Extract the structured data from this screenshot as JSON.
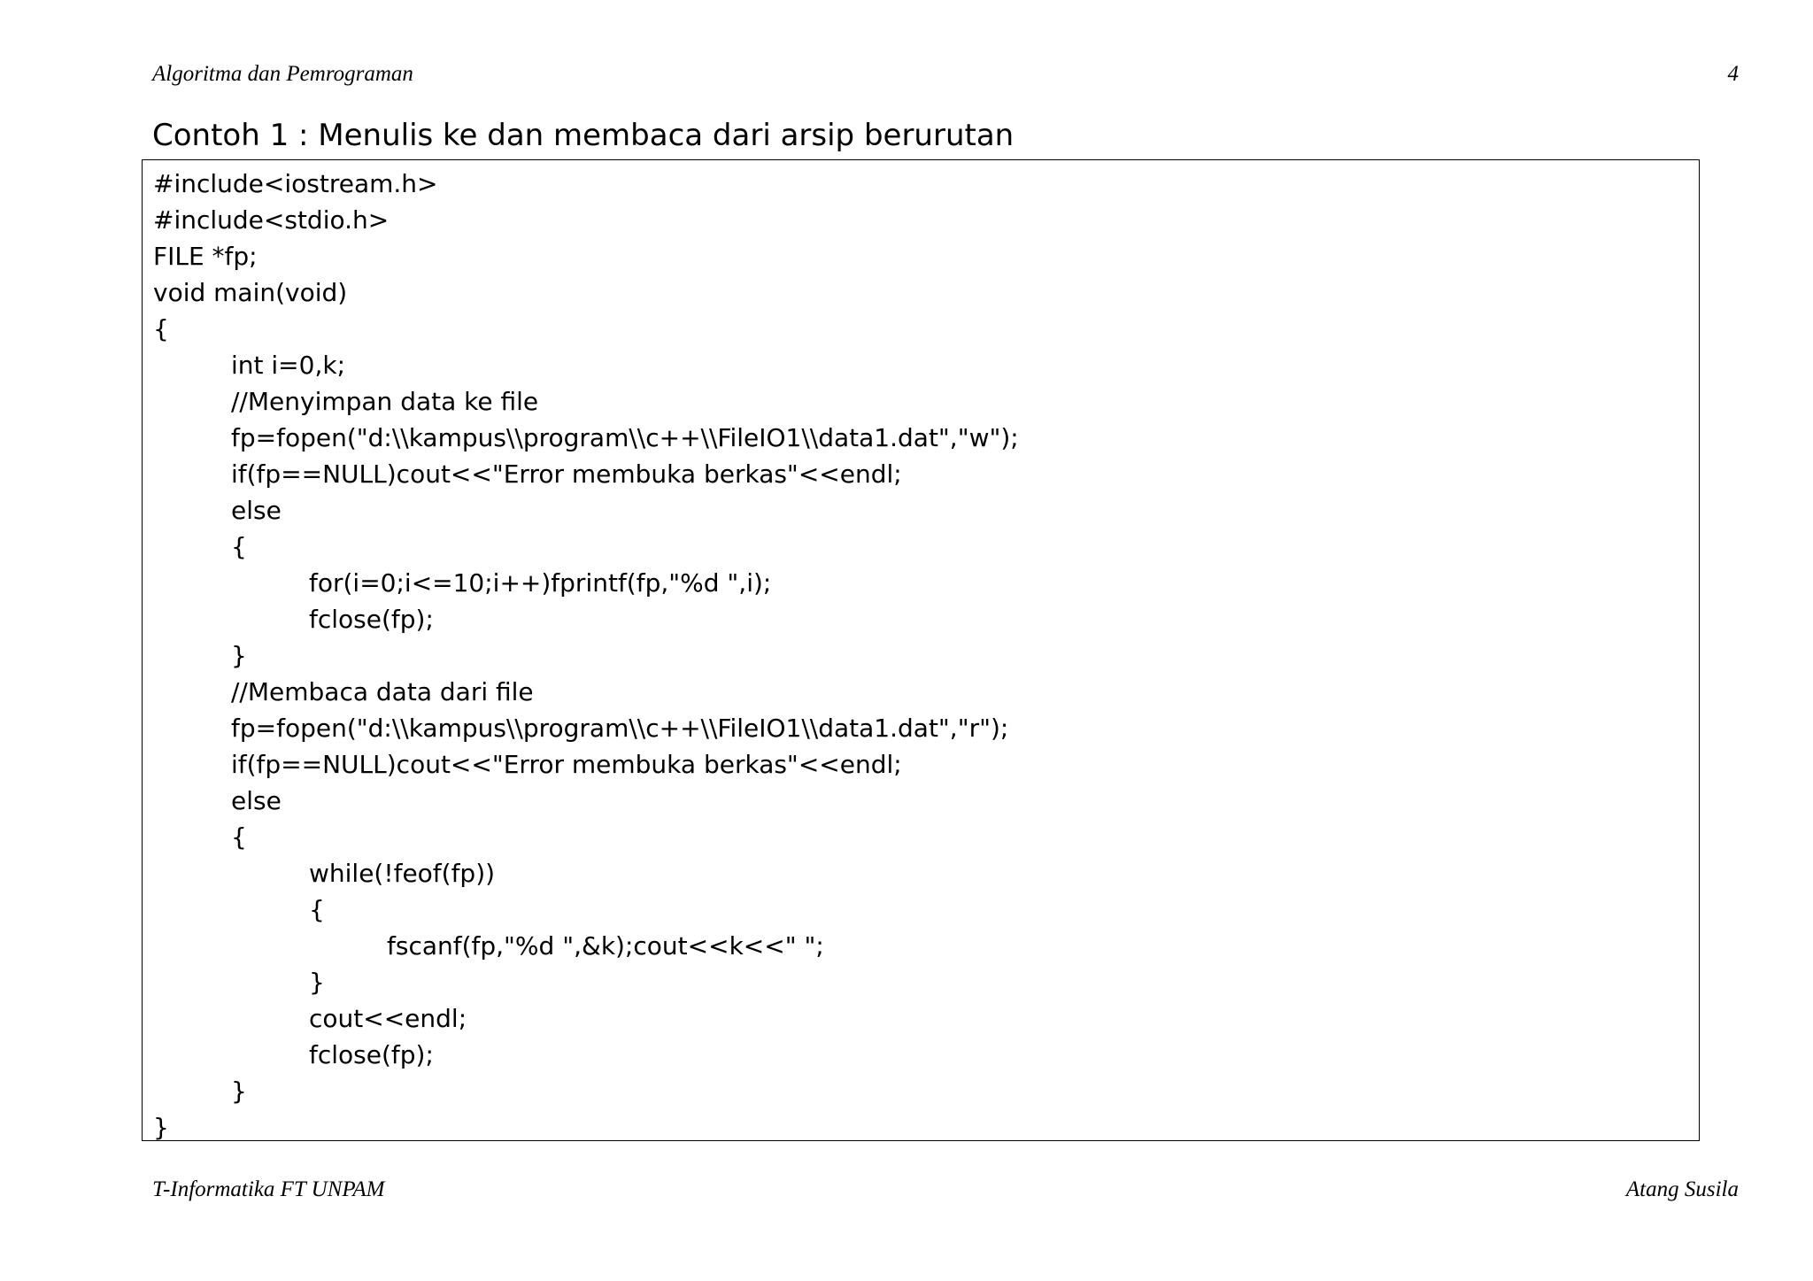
{
  "header": {
    "left": "Algoritma dan Pemrograman",
    "page_number": "4"
  },
  "title": "Contoh 1 : Menulis ke dan membaca dari arsip berurutan",
  "code": [
    {
      "indent": 0,
      "text": "#include<iostream.h>"
    },
    {
      "indent": 0,
      "text": "#include<stdio.h>"
    },
    {
      "indent": 0,
      "text": "FILE *fp;"
    },
    {
      "indent": 0,
      "text": "void main(void)"
    },
    {
      "indent": 0,
      "text": "{"
    },
    {
      "indent": 1,
      "text": "int i=0,k;"
    },
    {
      "indent": 1,
      "text": "//Menyimpan data ke file"
    },
    {
      "indent": 1,
      "text": "fp=fopen(\"d:\\\\kampus\\\\program\\\\c++\\\\FileIO1\\\\data1.dat\",\"w\");"
    },
    {
      "indent": 1,
      "text": "if(fp==NULL)cout<<\"Error membuka berkas\"<<endl;"
    },
    {
      "indent": 1,
      "text": "else"
    },
    {
      "indent": 1,
      "text": "{"
    },
    {
      "indent": 2,
      "text": "for(i=0;i<=10;i++)fprintf(fp,\"%d \",i);"
    },
    {
      "indent": 2,
      "text": "fclose(fp);"
    },
    {
      "indent": 1,
      "text": "}"
    },
    {
      "indent": 1,
      "text": "//Membaca data dari file"
    },
    {
      "indent": 1,
      "text": "fp=fopen(\"d:\\\\kampus\\\\program\\\\c++\\\\FileIO1\\\\data1.dat\",\"r\");"
    },
    {
      "indent": 1,
      "text": "if(fp==NULL)cout<<\"Error membuka berkas\"<<endl;"
    },
    {
      "indent": 1,
      "text": "else"
    },
    {
      "indent": 1,
      "text": "{"
    },
    {
      "indent": 2,
      "text": "while(!feof(fp))"
    },
    {
      "indent": 2,
      "text": "{"
    },
    {
      "indent": 3,
      "text": "fscanf(fp,\"%d \",&k);cout<<k<<\" \";"
    },
    {
      "indent": 2,
      "text": "}"
    },
    {
      "indent": 2,
      "text": "cout<<endl;"
    },
    {
      "indent": 2,
      "text": "fclose(fp);"
    },
    {
      "indent": 1,
      "text": "}"
    },
    {
      "indent": 0,
      "text": "}"
    }
  ],
  "footer": {
    "left": "T-Informatika FT UNPAM",
    "right": "Atang Susila"
  }
}
